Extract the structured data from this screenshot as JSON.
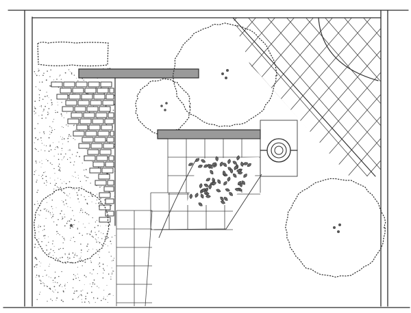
{
  "drawing": {
    "style": "hand-drawn pencil garden plan",
    "ink_color": "#2b2b2b",
    "bench_color": "#9a9a9a",
    "paper_color": "#ffffff"
  },
  "features": [
    "hedge-planter",
    "top-bench",
    "mid-bench",
    "brick-wall",
    "gravel-area",
    "tree-top-center",
    "tree-mid-left",
    "tree-left",
    "tree-right",
    "diagonal-paving",
    "square-paving",
    "planting-bed",
    "water-feature"
  ]
}
